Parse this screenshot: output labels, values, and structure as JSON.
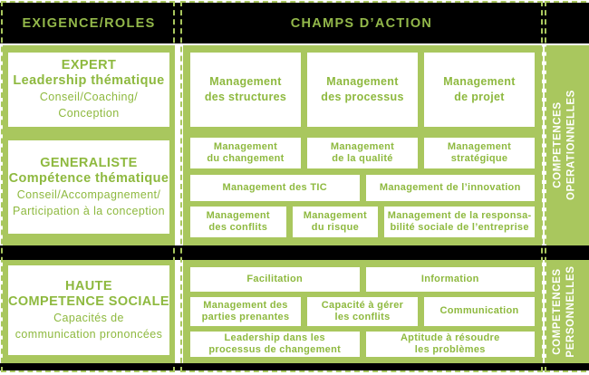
{
  "colors": {
    "green_bg": "#a9c75e",
    "green_text": "#8eb93f",
    "header_text": "#93b84a",
    "black": "#000000",
    "white": "#ffffff"
  },
  "header": {
    "roles": "EXIGENCE/ROLES",
    "action": "CHAMPS D’ACTION"
  },
  "roles": {
    "expert": {
      "t1": "EXPERT",
      "t2": "Leadership thématique",
      "s1": "Conseil/Coaching/",
      "s2": "Conception"
    },
    "generaliste": {
      "t1": "GENERALISTE",
      "t2": "Compétence thématique",
      "s1": "Conseil/Accompagnement/",
      "s2": "Participation à la conception"
    },
    "haute": {
      "t1": "HAUTE",
      "t2": "COMPETENCE SOCIALE",
      "s1": "Capacités de",
      "s2": "communication prononcées"
    }
  },
  "op": {
    "r1": [
      [
        "Management",
        "des structures"
      ],
      [
        "Management",
        "des processus"
      ],
      [
        "Management",
        "de projet"
      ]
    ],
    "r2": [
      [
        "Management",
        "du changement"
      ],
      [
        "Management",
        "de la qualité"
      ],
      [
        "Management",
        "stratégique"
      ]
    ],
    "r3": [
      [
        "Management des TIC"
      ],
      [
        "Management de l’innovation"
      ]
    ],
    "r4": [
      [
        "Management",
        "des conflits"
      ],
      [
        "Management",
        "du risque"
      ],
      [
        "Management de la responsa-",
        "bilité sociale de l’entreprise"
      ]
    ]
  },
  "pers": {
    "r1": [
      [
        "Facilitation"
      ],
      [
        "Information"
      ]
    ],
    "r2": [
      [
        "Management des",
        "parties prenantes"
      ],
      [
        "Capacité à gérer",
        "les conflits"
      ],
      [
        "Communication"
      ]
    ],
    "r3": [
      [
        "Leadership dans les",
        "processus de changement"
      ],
      [
        "Aptitude à résoudre",
        "les problèmes"
      ]
    ]
  },
  "bands": {
    "op": [
      "COMPETENCES",
      "OPERATIONNELLES"
    ],
    "pers": [
      "COMPETENCES",
      "PERSONNELLES"
    ]
  }
}
